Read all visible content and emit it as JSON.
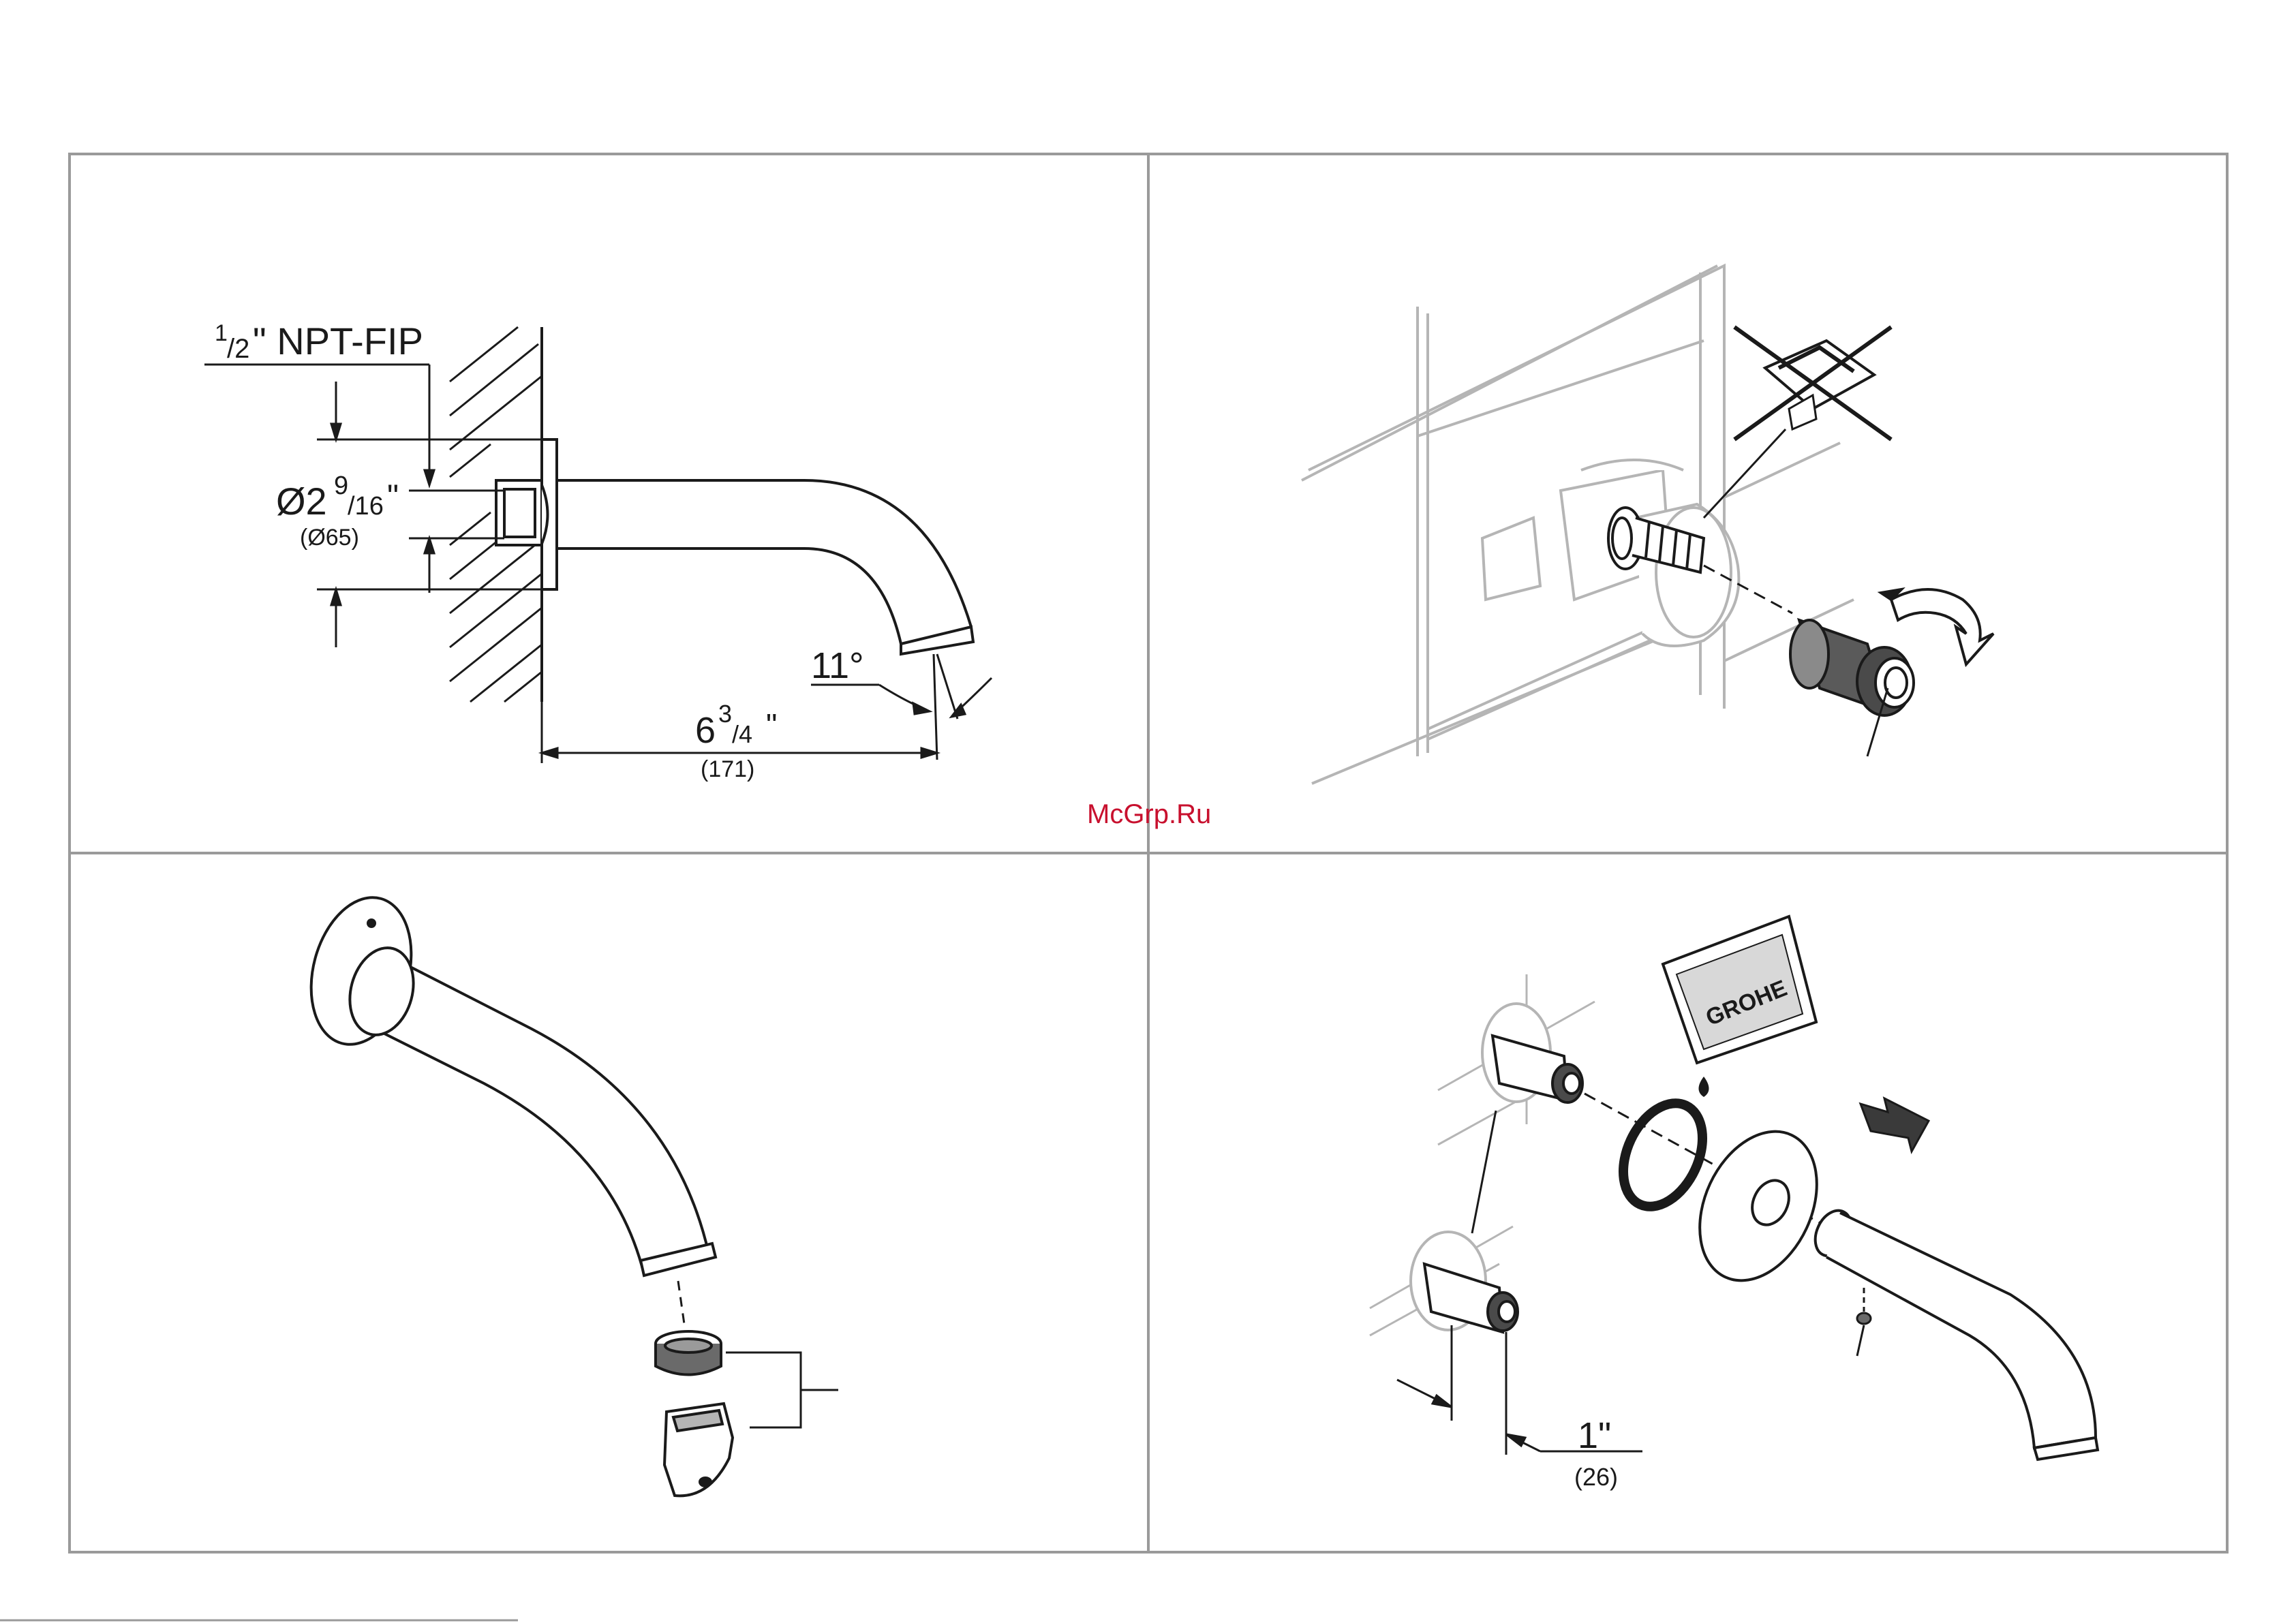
{
  "panel1": {
    "thread_whole": "1",
    "thread_frac": "/2",
    "thread_suffix": "\" NPT-FIP",
    "diameter_main": "Ø2",
    "diameter_num": "9",
    "diameter_den": "/16",
    "diameter_quote": "\"",
    "diameter_mm": "(Ø65)",
    "angle": "11°",
    "length_main": "6",
    "length_num": "3",
    "length_den": "/4",
    "length_quote": "\"",
    "length_mm": "(171)"
  },
  "watermark": "McGrp.Ru",
  "panel4": {
    "brand": "GROHE",
    "inset_inch": "1\"",
    "inset_mm": "(26)"
  },
  "colors": {
    "frame": "#9a9a9a",
    "line": "#1a1a1a",
    "tile": "#b5b5b5",
    "watermark": "#c8102e"
  }
}
